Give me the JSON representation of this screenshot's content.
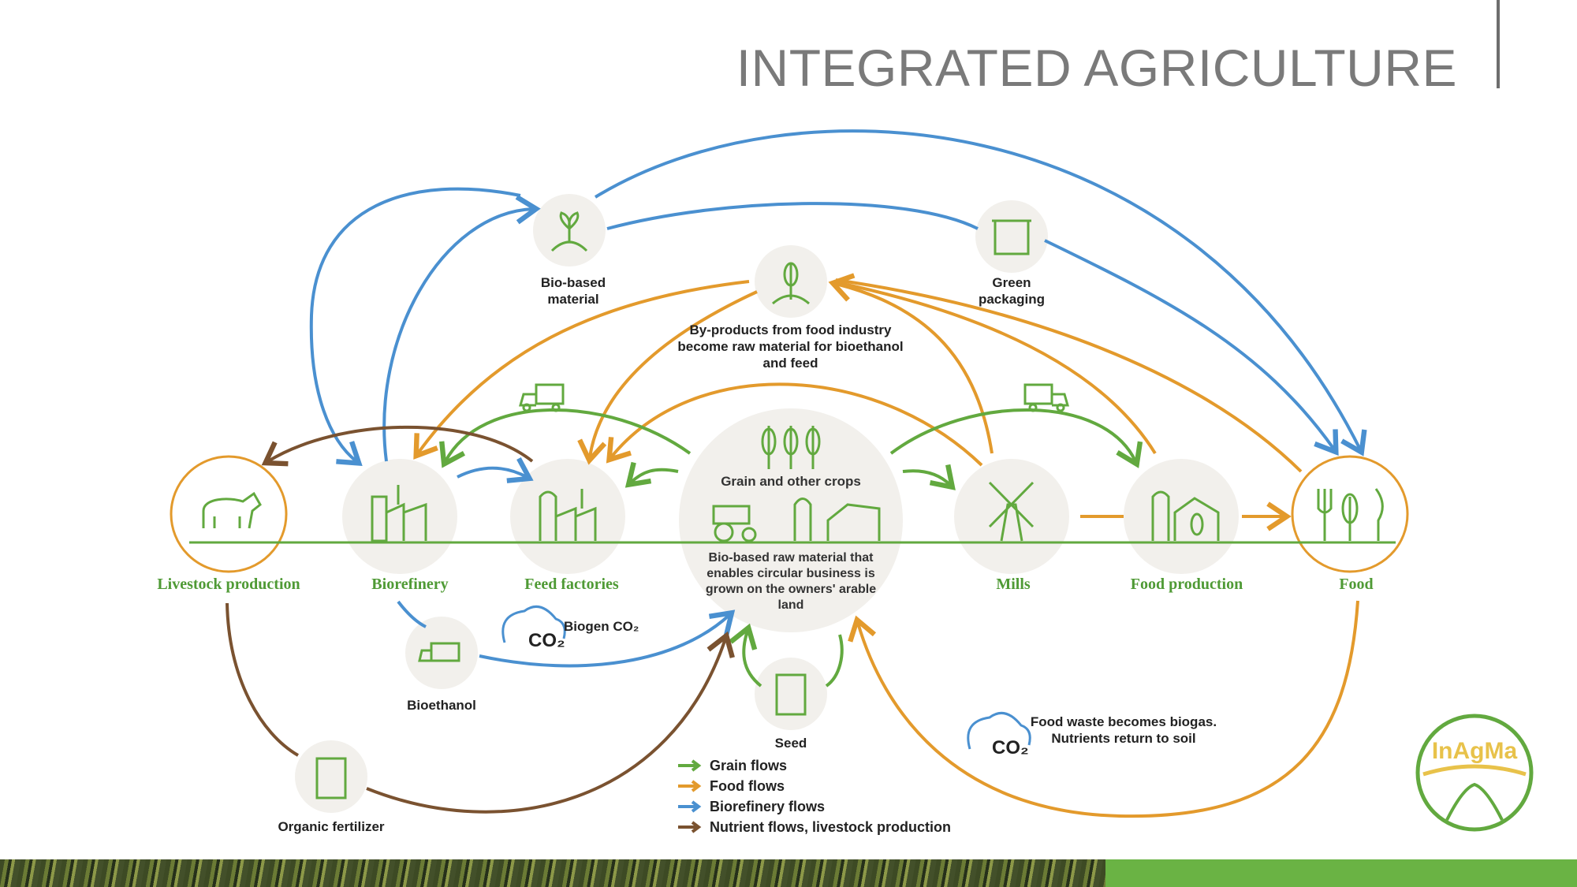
{
  "title": "INTEGRATED AGRICULTURE",
  "nodes": {
    "livestock": "Livestock production",
    "biorefinery": "Biorefinery",
    "feed_factories": "Feed factories",
    "mills": "Mills",
    "food_production": "Food production",
    "food": "Food",
    "center_top": "Grain and other crops",
    "center_bottom": "Bio-based raw material that enables circular business is grown on the owners' arable land"
  },
  "labels": {
    "bio_based": "Bio-based material",
    "green_packaging": "Green packaging",
    "byproducts": "By-products from food industry become raw material for bioethanol and feed",
    "bioethanol": "Bioethanol",
    "seed": "Seed",
    "organic_fertilizer": "Organic fertilizer",
    "biogen": "Biogen CO₂",
    "food_waste": "Food waste becomes biogas. Nutrients return to soil",
    "co2": "CO₂"
  },
  "legend": [
    {
      "label": "Grain flows",
      "color": "#62a93f"
    },
    {
      "label": "Food flows",
      "color": "#e39a2c"
    },
    {
      "label": "Biorefinery flows",
      "color": "#4a90d0"
    },
    {
      "label": "Nutrient flows, livestock production",
      "color": "#7a5230"
    }
  ],
  "logo_text": "InAgMa",
  "colors": {
    "green": "#62a93f",
    "orange": "#e39a2c",
    "blue": "#4a90d0",
    "brown": "#7a5230",
    "circle": "#f2f0ec"
  }
}
